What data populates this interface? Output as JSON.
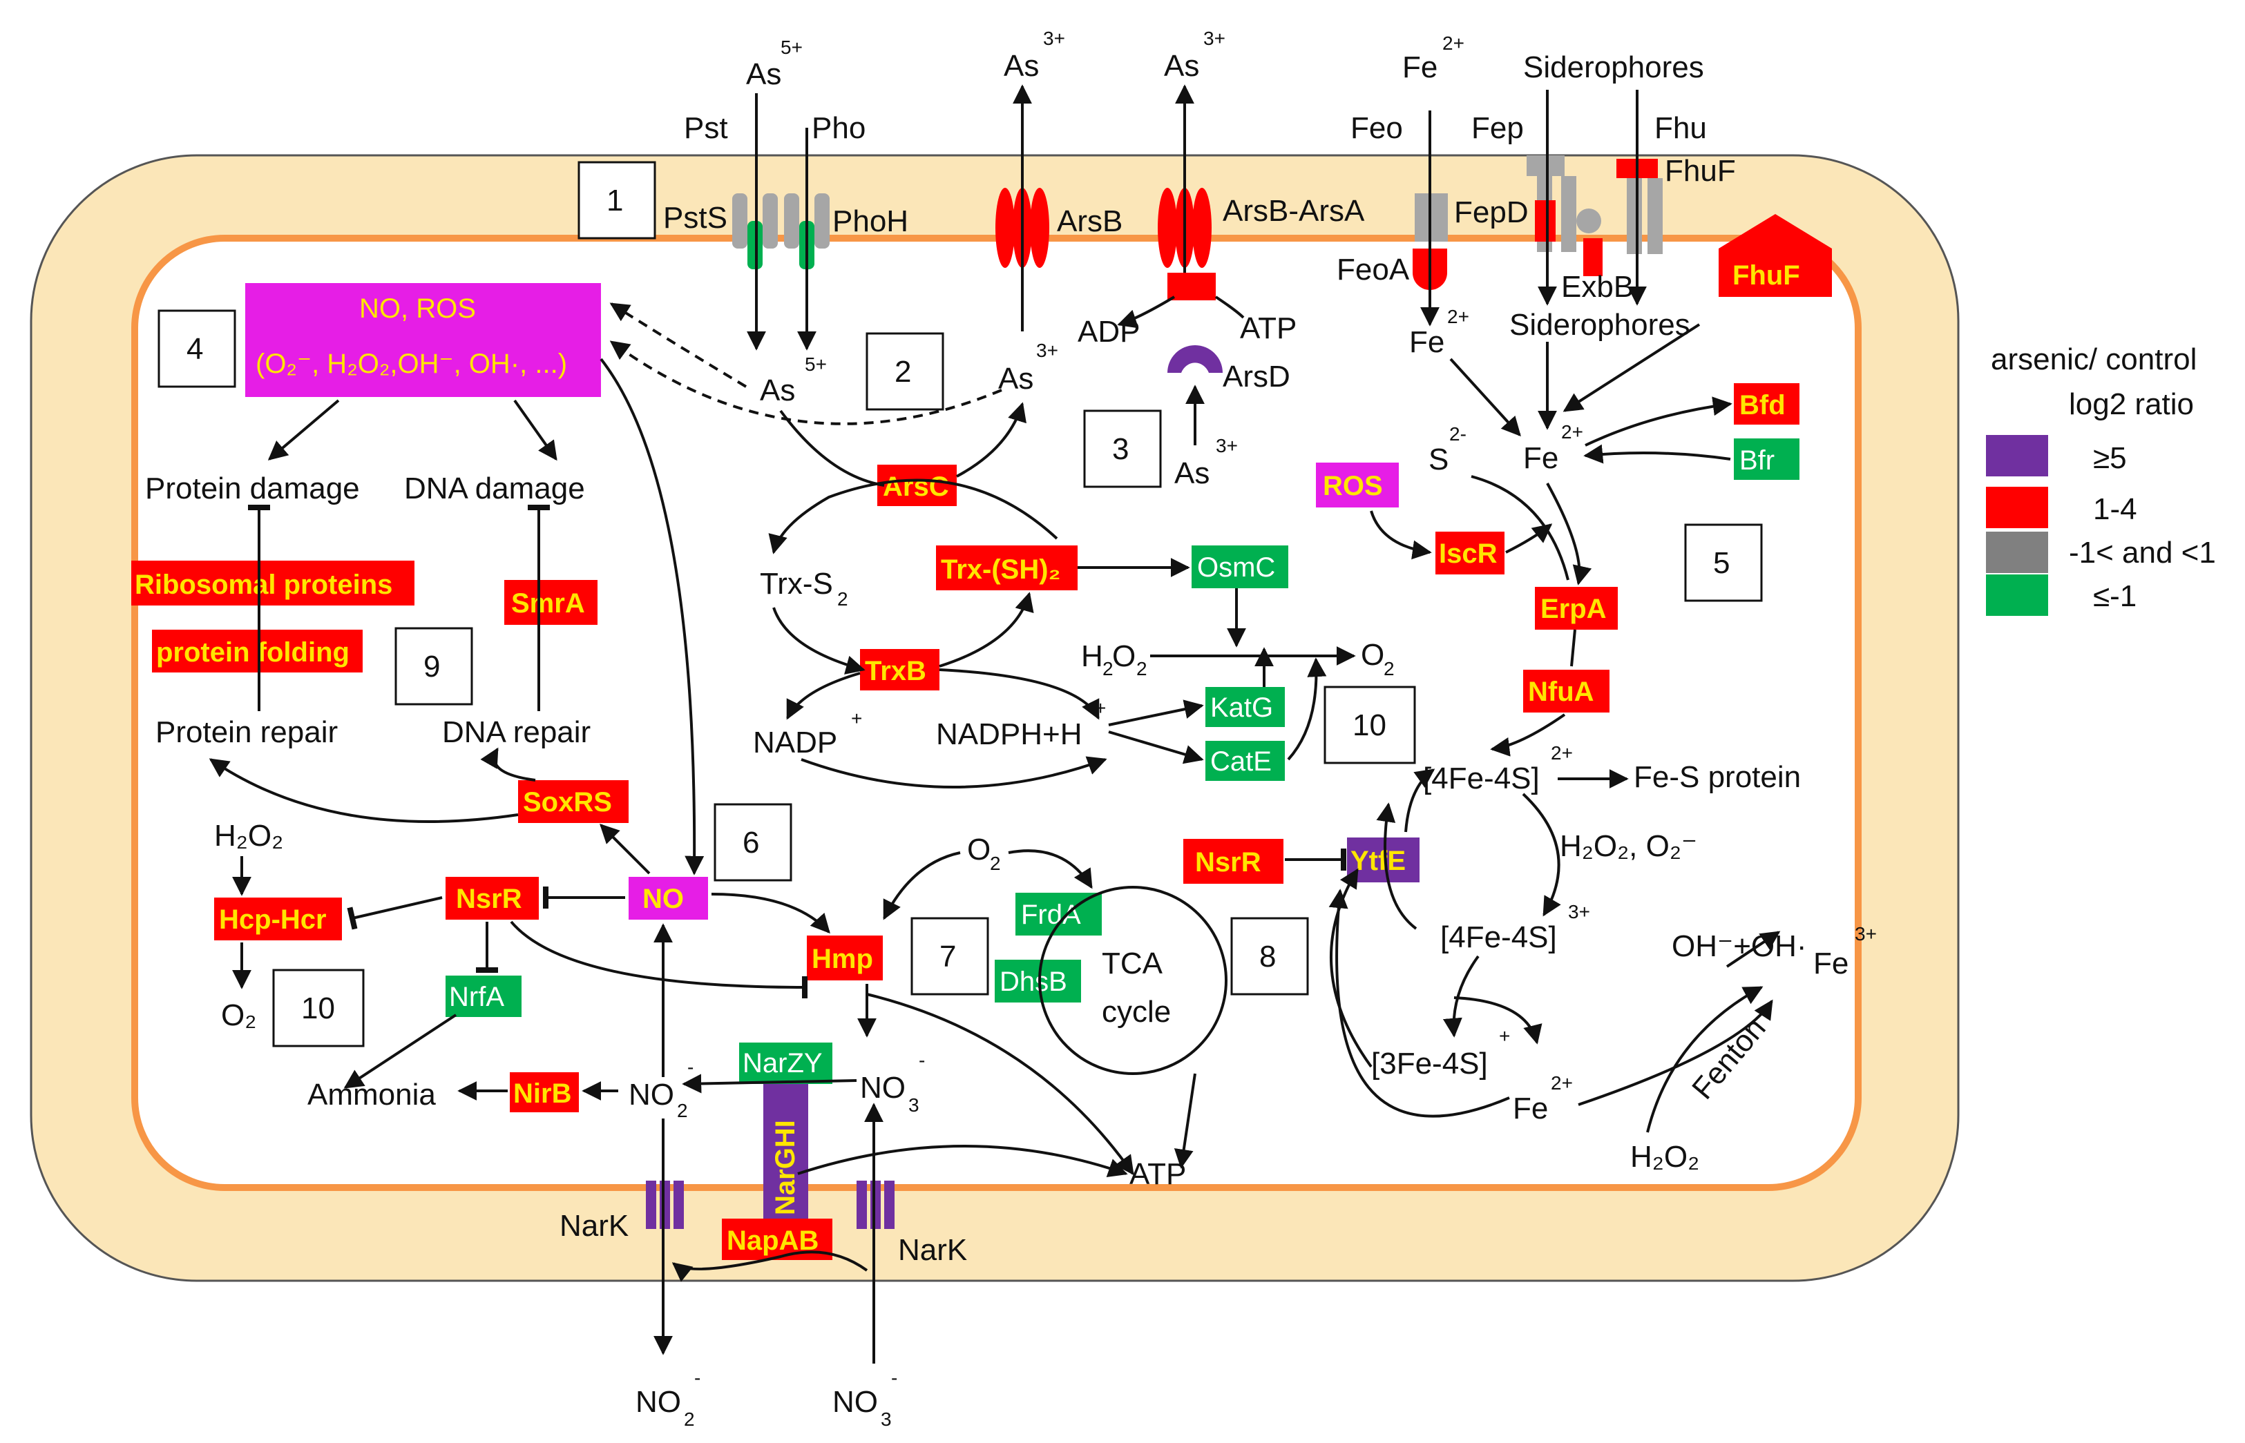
{
  "colors": {
    "purple": "#7030a0",
    "red": "#ff0000",
    "gray": "#a6a6a6",
    "green": "#00b050",
    "magenta": "#e61ee6",
    "cell_fill": "#fbe6b8",
    "membrane": "#f79646"
  },
  "legend": {
    "title1": "arsenic/ control",
    "title2": "log2 ratio",
    "items": [
      {
        "label": "≥5",
        "color": "#7030a0"
      },
      {
        "label": "1-4",
        "color": "#ff0000"
      },
      {
        "label": "-1< and <1",
        "color": "#808080"
      },
      {
        "label": "≤-1",
        "color": "#00b050"
      }
    ]
  },
  "numbers": [
    "1",
    "2",
    "3",
    "4",
    "5",
    "6",
    "7",
    "8",
    "9",
    "10",
    "10"
  ],
  "outside": {
    "as5": "As",
    "as5_charge": "5+",
    "as3a": "As",
    "as3a_charge": "3+",
    "as3b": "As",
    "as3b_charge": "3+",
    "fe2": "Fe",
    "fe2_charge": "2+",
    "siderophores": "Siderophores",
    "pst": "Pst",
    "pho": "Pho",
    "feo": "Feo",
    "fep": "Fep",
    "fhu": "Fhu",
    "no2": "NO",
    "no2_sub": "2",
    "no2_charge": "-",
    "no3": "NO",
    "no3_sub": "3",
    "no3_charge": "-"
  },
  "membrane_labels": {
    "psts": "PstS",
    "phoh": "PhoH",
    "arsb": "ArsB",
    "arsba": "ArsB-ArsA",
    "fepd": "FepD",
    "fhuf_top": "FhuF",
    "feoa": "FeoA",
    "exbb": "ExbB",
    "adp": "ADP",
    "atp": "ATP",
    "arsd": "ArsD",
    "nark_left": "NarK",
    "nark_right": "NarK"
  },
  "boxes": {
    "ros_line1": "NO, ROS",
    "ros_line2": "(O₂⁻, H₂O₂,OH⁻, OH·, ...)",
    "arsc": "ArsC",
    "trxsh": "Trx-(SH)₂",
    "osmc": "OsmC",
    "trxb": "TrxB",
    "katg": "KatG",
    "cate": "CatE",
    "ribosomal": "Ribosomal proteins",
    "folding": "protein folding",
    "smra": "SmrA",
    "soxrs": "SoxRS",
    "hcp": "Hcp-Hcr",
    "nsrr1": "NsrR",
    "no": "NO",
    "nrfa": "NrfA",
    "hmp": "Hmp",
    "frda": "FrdA",
    "dhsb": "DhsB",
    "narzy": "NarZY",
    "narghi": "NarGHI",
    "napab": "NapAB",
    "nirb": "NirB",
    "ros_small": "ROS",
    "iscr": "IscR",
    "erpa": "ErpA",
    "nfua": "NfuA",
    "bfd": "Bfd",
    "bfr": "Bfr",
    "nsrr2": "NsrR",
    "ytfe": "YtfE",
    "fhuf_in": "FhuF"
  },
  "labels": {
    "protein_damage": "Protein damage",
    "dna_damage": "DNA damage",
    "protein_repair": "Protein repair",
    "dna_repair": "DNA repair",
    "as5_in": "As",
    "as5_in_charge": "5+",
    "as3_in": "As",
    "as3_in_charge": "3+",
    "as3_arsd": "As",
    "as3_arsd_charge": "3+",
    "trxs2": "Trx-S",
    "trxs2_sub": "2",
    "nadp": "NADP",
    "nadp_charge": "+",
    "nadph": "NADPH+H",
    "nadph_charge": "+",
    "h2o2_mid": "H",
    "o2_mid": "O",
    "fe2_in": "Fe",
    "fe2_in_charge": "2+",
    "siderophores_in": "Siderophores",
    "s2": "S",
    "s2_charge": "2-",
    "fe2_mid": "Fe",
    "fe2_mid_charge": "2+",
    "fe4s4_2": "[4Fe-4S]",
    "fe4s4_2_charge": "2+",
    "fes_protein": "Fe-S protein",
    "h2o2_o2": "H₂O₂, O₂⁻",
    "fe4s4_3": "[4Fe-4S]",
    "fe4s4_3_charge": "3+",
    "fe3s4": "[3Fe-4S]",
    "fe3s4_charge": "+",
    "fe2_low": "Fe",
    "fe2_low_charge": "2+",
    "oh": "OH⁻+OH·",
    "fe3": "Fe",
    "fe3_charge": "3+",
    "fenton": "Fenton",
    "h2o2_fenton": "H₂O₂",
    "h2o2_left": "H₂O₂",
    "o2_left": "O₂",
    "ammonia": "Ammonia",
    "no2_in": "NO",
    "no2_in_sub": "2",
    "no2_in_charge": "-",
    "no3_in": "NO",
    "no3_in_sub": "3",
    "no3_in_charge": "-",
    "o2_tca": "O",
    "o2_tca_sub": "2",
    "tca1": "TCA",
    "tca2": "cycle",
    "atp_low": "ATP"
  }
}
